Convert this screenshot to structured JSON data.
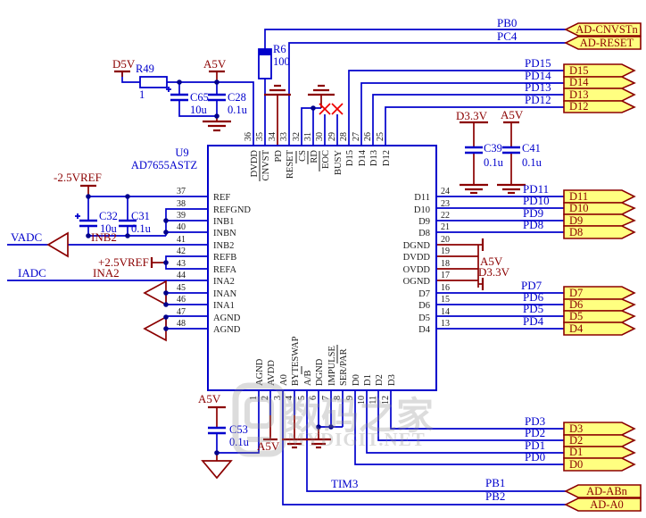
{
  "chip": {
    "refdes": "U9",
    "part": "AD7655ASTZ",
    "top_pins": [
      {
        "n": "36",
        "name": "DVDD"
      },
      {
        "n": "35",
        "name": "CNVST"
      },
      {
        "n": "34",
        "name": "PD"
      },
      {
        "n": "33",
        "name": "RESET"
      },
      {
        "n": "32",
        "name": "CS"
      },
      {
        "n": "31",
        "name": "RD"
      },
      {
        "n": "30",
        "name": "EOC"
      },
      {
        "n": "29",
        "name": "BUSY"
      },
      {
        "n": "28",
        "name": "D15"
      },
      {
        "n": "27",
        "name": "D14"
      },
      {
        "n": "26",
        "name": "D13"
      },
      {
        "n": "25",
        "name": "D12"
      }
    ],
    "left_pins": [
      {
        "n": "37",
        "name": "REF"
      },
      {
        "n": "38",
        "name": "REFGND"
      },
      {
        "n": "39",
        "name": "INB1"
      },
      {
        "n": "40",
        "name": "INBN"
      },
      {
        "n": "41",
        "name": "INB2"
      },
      {
        "n": "42",
        "name": "REFB"
      },
      {
        "n": "43",
        "name": "REFA"
      },
      {
        "n": "44",
        "name": "INA2"
      },
      {
        "n": "45",
        "name": "INAN"
      },
      {
        "n": "46",
        "name": "INA1"
      },
      {
        "n": "47",
        "name": "AGND"
      },
      {
        "n": "48",
        "name": "AGND"
      }
    ],
    "right_pins": [
      {
        "n": "24",
        "name": "D11"
      },
      {
        "n": "23",
        "name": "D10"
      },
      {
        "n": "22",
        "name": "D9"
      },
      {
        "n": "21",
        "name": "D8"
      },
      {
        "n": "20",
        "name": "DGND"
      },
      {
        "n": "19",
        "name": "DVDD"
      },
      {
        "n": "18",
        "name": "OVDD"
      },
      {
        "n": "17",
        "name": "OGND"
      },
      {
        "n": "16",
        "name": "D7"
      },
      {
        "n": "15",
        "name": "D6"
      },
      {
        "n": "14",
        "name": "D5"
      },
      {
        "n": "13",
        "name": "D4"
      }
    ],
    "bottom_pins": [
      {
        "n": "1",
        "name": "AGND"
      },
      {
        "n": "2",
        "name": "AVDD"
      },
      {
        "n": "3",
        "name": "A0"
      },
      {
        "n": "4",
        "name": "BYTESWAP"
      },
      {
        "n": "5",
        "name": "A/B"
      },
      {
        "n": "6",
        "name": "DGND"
      },
      {
        "n": "7",
        "name": "IMPULSE"
      },
      {
        "n": "8",
        "name": "SER/PAR"
      },
      {
        "n": "9",
        "name": "D0"
      },
      {
        "n": "10",
        "name": "D1"
      },
      {
        "n": "11",
        "name": "D2"
      },
      {
        "n": "12",
        "name": "D3"
      }
    ]
  },
  "components": {
    "r49": {
      "ref": "R49",
      "val": "1"
    },
    "r6": {
      "ref": "R6",
      "val": "100"
    },
    "c65": {
      "ref": "C65",
      "val": "10u"
    },
    "c28": {
      "ref": "C28",
      "val": "0.1u"
    },
    "c32": {
      "ref": "C32",
      "val": "10u"
    },
    "c31": {
      "ref": "C31",
      "val": "0.1u"
    },
    "c39": {
      "ref": "C39",
      "val": "0.1u"
    },
    "c41": {
      "ref": "C41",
      "val": "0.1u"
    },
    "c53": {
      "ref": "C53",
      "val": "0.1u"
    }
  },
  "power": {
    "d5v": "D5V",
    "a5v_top": "A5V",
    "neg25vref": "-2.5VREF",
    "pos25vref": "+2.5VREF",
    "a5v_mid": "A5V",
    "d33v_mid": "D3.3V",
    "d33v_cap": "D3.3V",
    "a5v_cap": "A5V",
    "a5v_avdd": "A5V",
    "a5v_c53": "A5V"
  },
  "net_labels": {
    "pb0": "PB0",
    "pc4": "PC4",
    "pd15": "PD15",
    "pd14": "PD14",
    "pd13": "PD13",
    "pd12": "PD12",
    "pd11": "PD11",
    "pd10": "PD10",
    "pd9": "PD9",
    "pd8": "PD8",
    "pd7": "PD7",
    "pd6": "PD6",
    "pd5": "PD5",
    "pd4": "PD4",
    "pd3": "PD3",
    "pd2": "PD2",
    "pd1": "PD1",
    "pd0": "PD0",
    "vadc": "VADC",
    "inb2": "INB2",
    "iadc": "IADC",
    "ina2": "INA2",
    "tim3": "TIM3",
    "pb1": "PB1",
    "pb2": "PB2"
  },
  "flags": {
    "ad_cnvstn": "AD-CNVSTn",
    "ad_reset": "AD-RESET",
    "d15": "D15",
    "d14": "D14",
    "d13": "D13",
    "d12": "D12",
    "d11": "D11",
    "d10": "D10",
    "d9": "D9",
    "d8": "D8",
    "d7": "D7",
    "d6": "D6",
    "d5": "D5",
    "d4": "D4",
    "d3": "D3",
    "d2": "D2",
    "d1": "D1",
    "d0": "D0",
    "ad_abn": "AD-ABn",
    "ad_a0": "AD-A0"
  },
  "watermark": {
    "cn": "数码之家",
    "site": "MYDIGIT.NET"
  },
  "colors": {
    "wire": "#0000CC",
    "accent": "#8B0000",
    "flag_fill": "#FFFF80",
    "noerc": "#EE0000"
  }
}
